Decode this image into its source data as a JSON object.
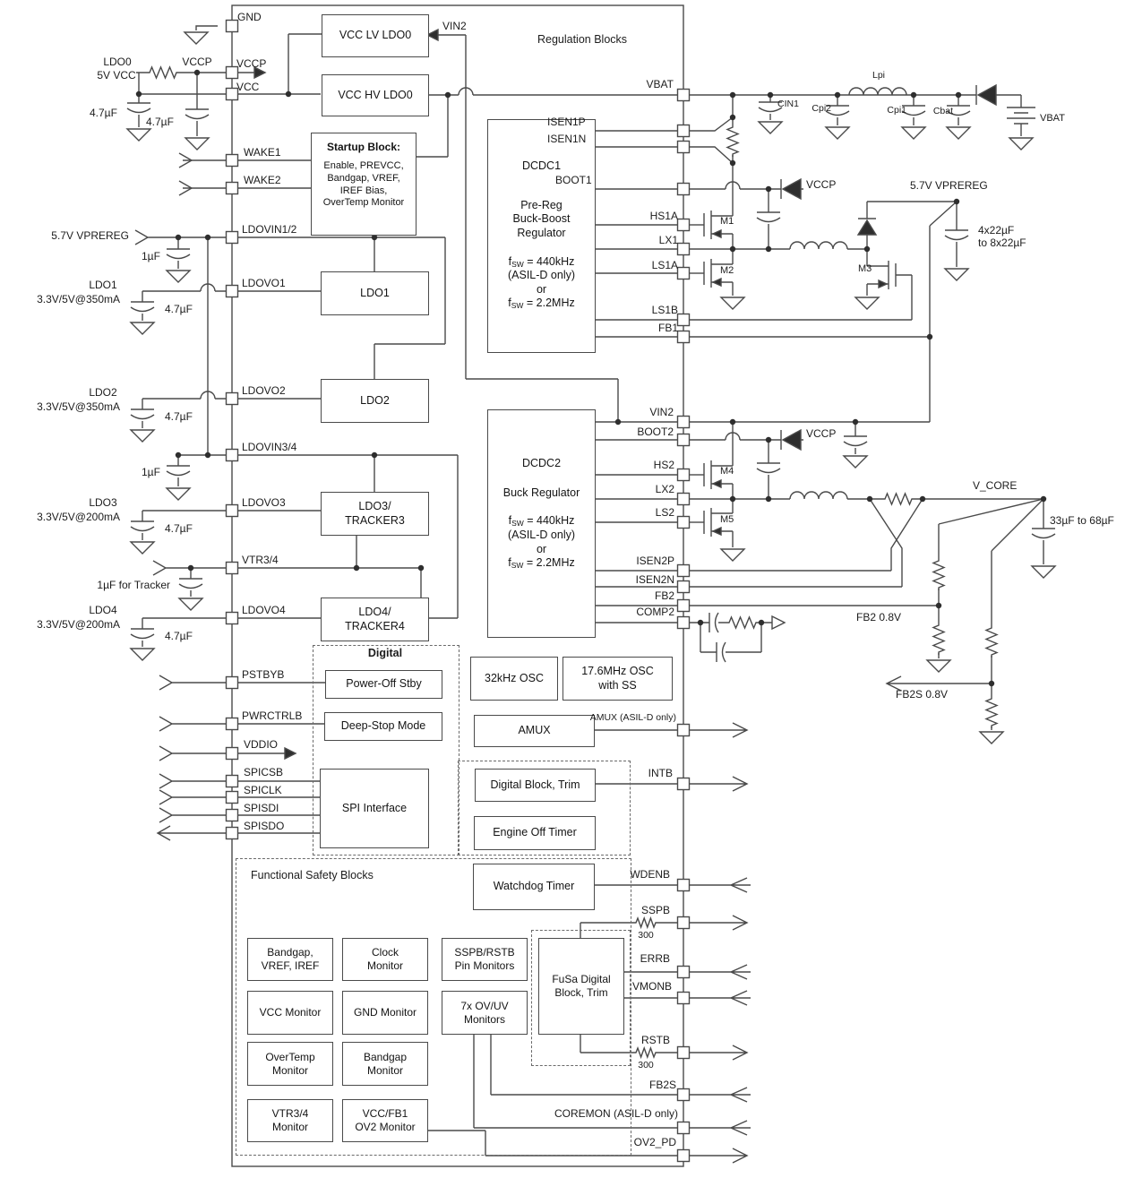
{
  "regions": {
    "regulation": "Regulation Blocks",
    "digital": "Digital",
    "functional_safety": "Functional Safety Blocks"
  },
  "blocks": {
    "vcc_lv_ldo0": "VCC LV LDO0",
    "vcc_hv_ldo0": "VCC HV LDO0",
    "startup_title": "Startup Block:",
    "startup_line1": "Enable, PREVCC,",
    "startup_line2": "Bandgap, VREF,",
    "startup_line3": "IREF Bias,",
    "startup_line4": "OverTemp Monitor",
    "dcdc1_name": "DCDC1",
    "dcdc1_line1": "Pre-Reg",
    "dcdc1_line2": "Buck-Boost",
    "dcdc1_line3": "Regulator",
    "dcdc2_name": "DCDC2",
    "dcdc2_line1": "Buck Regulator",
    "fsw_f": "f",
    "fsw_sub": "SW",
    "fsw_440": " = 440kHz",
    "fsw_22": " = 2.2MHz",
    "fsw_asil": "(ASIL-D only)",
    "fsw_or": "or",
    "ldo1": "LDO1",
    "ldo2": "LDO2",
    "ldo3_a": "LDO3/",
    "ldo3_b": "TRACKER3",
    "ldo4_a": "LDO4/",
    "ldo4_b": "TRACKER4",
    "power_off": "Power-Off Stby",
    "deep_stop": "Deep-Stop Mode",
    "spi": "SPI Interface",
    "osc32": "32kHz OSC",
    "osc176_a": "17.6MHz OSC",
    "osc176_b": "with SS",
    "amux": "AMUX",
    "digital_block": "Digital Block, Trim",
    "engine_off": "Engine Off Timer",
    "watchdog": "Watchdog Timer",
    "bandgap_a": "Bandgap,",
    "bandgap_b": "VREF, IREF",
    "clock_a": "Clock",
    "clock_b": "Monitor",
    "sspbrstb_a": "SSPB/RSTB",
    "sspbrstb_b": "Pin Monitors",
    "vcc_monitor": "VCC Monitor",
    "gnd_monitor": "GND Monitor",
    "ovuv_a": "7x OV/UV",
    "ovuv_b": "Monitors",
    "overtemp_a": "OverTemp",
    "overtemp_b": "Monitor",
    "bandgapmon_a": "Bandgap",
    "bandgapmon_b": "Monitor",
    "vtrmon_a": "VTR3/4",
    "vtrmon_b": "Monitor",
    "vccfb1_a": "VCC/FB1",
    "vccfb1_b": "OV2 Monitor",
    "fusa_a": "FuSa Digital",
    "fusa_b": "Block, Trim"
  },
  "pins": {
    "gnd": "GND",
    "vccp": "VCCP",
    "vcc": "VCC",
    "wake1": "WAKE1",
    "wake2": "WAKE2",
    "ldovin12": "LDOVIN1/2",
    "ldovo1": "LDOVO1",
    "ldovo2": "LDOVO2",
    "ldovin34": "LDOVIN3/4",
    "ldovo3": "LDOVO3",
    "vtr34": "VTR3/4",
    "ldovo4": "LDOVO4",
    "pstbyb": "PSTBYB",
    "pwrctrlb": "PWRCTRLB",
    "vddio": "VDDIO",
    "spicsb": "SPICSB",
    "spiclk": "SPICLK",
    "spisdi": "SPISDI",
    "spisdo": "SPISDO",
    "vbat": "VBAT",
    "isen1p": "ISEN1P",
    "isen1n": "ISEN1N",
    "boot1": "BOOT1",
    "hs1a": "HS1A",
    "lx1": "LX1",
    "ls1a": "LS1A",
    "ls1b": "LS1B",
    "fb1": "FB1",
    "vin2": "VIN2",
    "boot2": "BOOT2",
    "hs2": "HS2",
    "lx2": "LX2",
    "ls2": "LS2",
    "isen2p": "ISEN2P",
    "isen2n": "ISEN2N",
    "fb2": "FB2",
    "comp2": "COMP2",
    "amux_asil": "AMUX (ASIL-D only)",
    "intb": "INTB",
    "wdenb": "WDENB",
    "sspb": "SSPB",
    "errb": "ERRB",
    "vmonb": "VMONB",
    "rstb": "RSTB",
    "fb2s": "FB2S",
    "coremon": "COREMON (ASIL-D only)",
    "ov2_pd": "OV2_PD"
  },
  "ann": {
    "ldo0": "LDO0",
    "v5vcc": "5V VCC",
    "vccp_node": "VCCP",
    "cap47": "4.7µF",
    "cap1": "1µF",
    "cap1trk": "1µF for Tracker",
    "vprereg": "5.7V VPREREG",
    "ldo1": "LDO1",
    "ldo2": "LDO2",
    "ldo3": "LDO3",
    "ldo4": "LDO4",
    "ma350": "3.3V/5V@350mA",
    "ma200": "3.3V/5V@200mA",
    "vin2_top": "VIN2",
    "cin1": "CIN1",
    "cpi2": "Cpi2",
    "lpi": "Lpi",
    "cpi1": "Cpi1",
    "cbat": "Cbat",
    "vbat": "VBAT",
    "vccp": "VCCP",
    "m1": "M1",
    "m2": "M2",
    "m3": "M3",
    "m4": "M4",
    "m5": "M5",
    "cap422": "4x22µF",
    "cap822": "to 8x22µF",
    "vcore": "V_CORE",
    "cap33": "33µF to 68µF",
    "fb2v": "FB2 0.8V",
    "fb2sv": "FB2S 0.8V",
    "r300": "300"
  }
}
